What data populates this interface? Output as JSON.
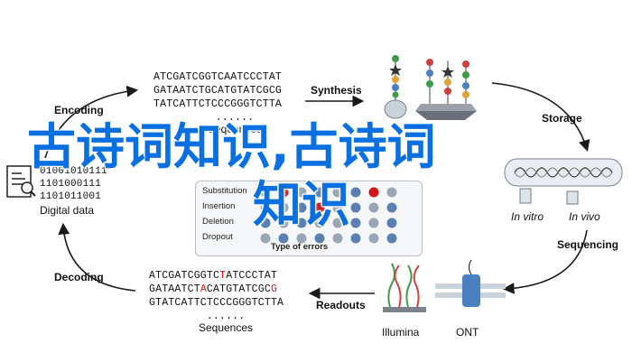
{
  "stages": {
    "encoding": "Encoding",
    "synthesis": "Synthesis",
    "storage": "Storage",
    "sequencing": "Sequencing",
    "readouts": "Readouts",
    "decoding": "Decoding"
  },
  "encoding_block": {
    "lines": [
      "ATCGATCGGTCAATCCCTAT",
      "GATAATCTGCATGTATCGCG",
      "TATCATTCTCCCGGGTCTTA",
      "......"
    ],
    "caption": "Sequences"
  },
  "digital_data": {
    "bits": [
      "01001010111",
      "1101000111",
      "1101011001"
    ],
    "caption": "Digital data"
  },
  "storage_block": {
    "in_vitro": "In vitro",
    "in_vivo": "In vivo"
  },
  "error_panel": {
    "rows": [
      "Substitution",
      "Insertion",
      "Deletion",
      "Dropout"
    ],
    "caption": "Type of errors"
  },
  "sequencers": {
    "illumina": "Illumina",
    "ont": "ONT"
  },
  "decoding_block": {
    "line1": {
      "a": "ATCGATCGGTC",
      "b": "T",
      "c": "ATCCCTAT"
    },
    "line2": {
      "a": "GATAATCT",
      "b": "A",
      "c": "CATGTATCGC",
      "d": "G"
    },
    "line3": "GTATCATTCTCCCGGGTCTTA",
    "dots": "......",
    "caption": "Sequences"
  },
  "overlay_text": {
    "line1": "古诗词知识,古诗词",
    "line2": "知识"
  },
  "colors": {
    "arrow": "#1a1a1a",
    "error_red": "#d01818",
    "dot_blue": "#5b7fb3",
    "dot_gray": "#9aa6b4",
    "overlay_blue": "#0a6fe0"
  }
}
